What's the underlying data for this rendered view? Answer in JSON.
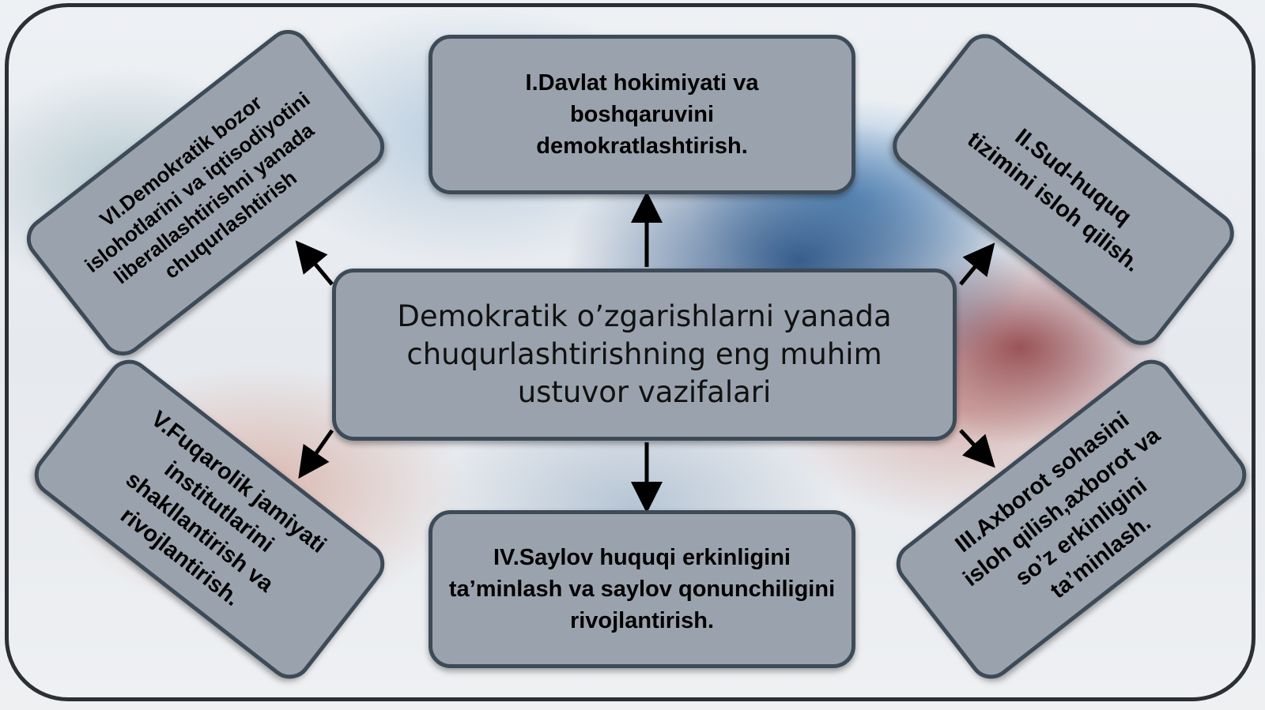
{
  "center": {
    "text": "Demokratik o’zgarishlarni yanada chuqurlashtirishning eng muhim ustuvor vazifalari"
  },
  "tasks": {
    "task_1": "I.Davlat hokimiyati va boshqaruvini demokratlashtirish.",
    "task_2": "II.Sud-huquq tizimini isloh qilish.",
    "task_3": "III.Axborot sohasini isloh qilish,axborot va so’z erkinligini ta’minlash.",
    "task_4": "IV.Saylov huquqi erkinligini ta’minlash va saylov qonunchiligini rivojlantirish.",
    "task_5": "V.Fuqarolik jamiyati institutlarini shakllantirish va rivojlantirish.",
    "task_6": "VI.Demokratik bozor islohotlarini va iqtisodiyotini liberallashtirishni yanada chuqurlashtirish"
  },
  "colors": {
    "box_fill": "#9aa3ad",
    "box_border": "#3d4a58",
    "arrow": "#000000",
    "frame": "#2c2f33"
  }
}
